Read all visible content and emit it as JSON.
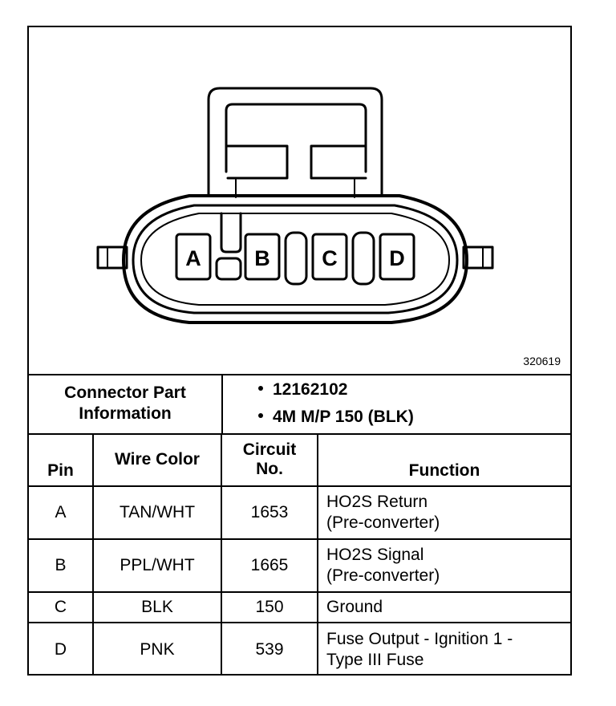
{
  "figure_number": "320619",
  "connector": {
    "pins": [
      "A",
      "B",
      "C",
      "D"
    ]
  },
  "connector_info": {
    "label_line1": "Connector Part",
    "label_line2": "Information",
    "items": [
      "12162102",
      "4M M/P 150 (BLK)"
    ]
  },
  "table": {
    "headers": {
      "pin": "Pin",
      "wire_color": "Wire Color",
      "circuit_line1": "Circuit",
      "circuit_line2": "No.",
      "function": "Function"
    },
    "rows": [
      {
        "pin": "A",
        "wire_color": "TAN/WHT",
        "circuit": "1653",
        "function_line1": "HO2S Return",
        "function_line2": "(Pre-converter)"
      },
      {
        "pin": "B",
        "wire_color": "PPL/WHT",
        "circuit": "1665",
        "function_line1": "HO2S Signal",
        "function_line2": "(Pre-converter)"
      },
      {
        "pin": "C",
        "wire_color": "BLK",
        "circuit": "150",
        "function_line1": "Ground",
        "function_line2": ""
      },
      {
        "pin": "D",
        "wire_color": "PNK",
        "circuit": "539",
        "function_line1": "Fuse Output - Ignition 1 -",
        "function_line2": "Type III Fuse"
      }
    ]
  }
}
